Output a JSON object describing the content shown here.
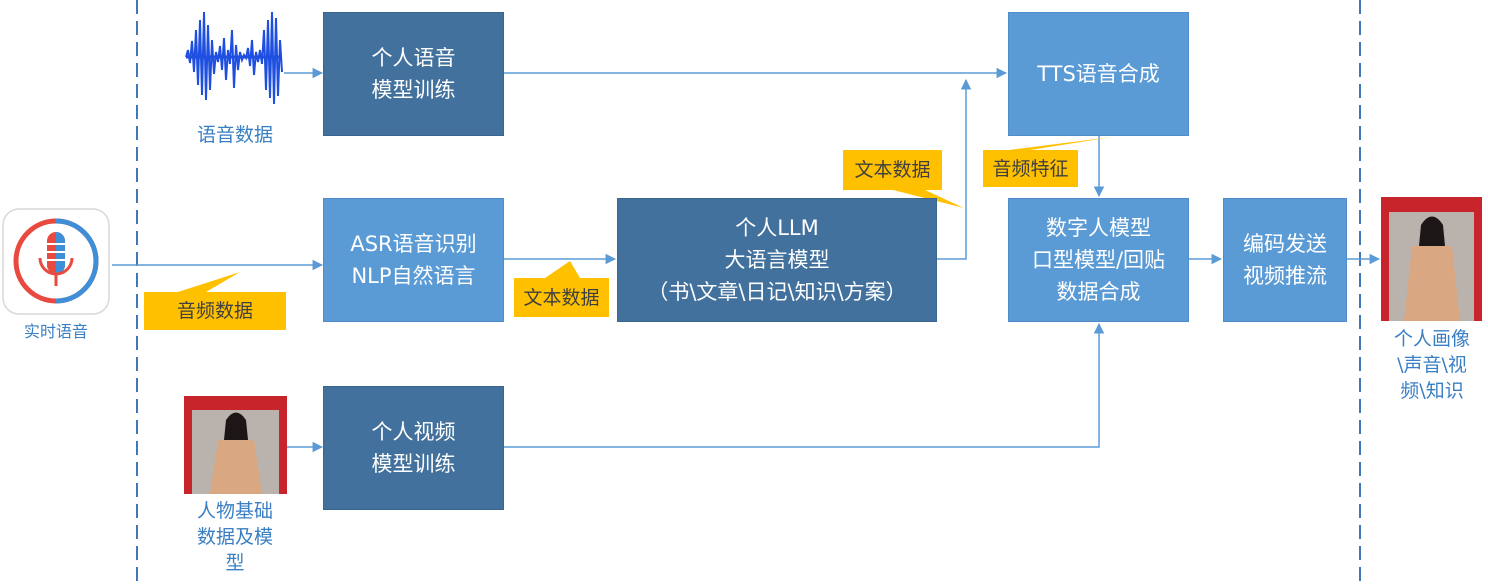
{
  "sources": {
    "voice_data": "语音数据",
    "realtime_voice": "实时语音",
    "person_base": [
      "人物基础",
      "数据及模",
      "型"
    ]
  },
  "boxes": {
    "voice_model": [
      "个人语音",
      "模型训练"
    ],
    "asr": [
      "ASR语音识别",
      "NLP自然语言"
    ],
    "llm": [
      "个人LLM",
      "大语言模型",
      "（书\\文章\\日记\\知识\\方案）"
    ],
    "tts": "TTS语音合成",
    "digital_human": [
      "数字人模型",
      "口型模型/回贴",
      "数据合成"
    ],
    "encode": [
      "编码发送",
      "视频推流"
    ],
    "video_model": [
      "个人视频",
      "模型训练"
    ]
  },
  "callouts": {
    "audio_data": "音频数据",
    "text_data_1": "文本数据",
    "text_data_2": "文本数据",
    "audio_feature": "音频特征"
  },
  "output": [
    "个人画像",
    "\\声音\\视",
    "频\\知识"
  ],
  "colors": {
    "dark_box": "#41719c",
    "light_box": "#5b9bd5",
    "callout": "#ffc000",
    "line": "#5b9bd5",
    "caption": "#3a7fc3"
  }
}
